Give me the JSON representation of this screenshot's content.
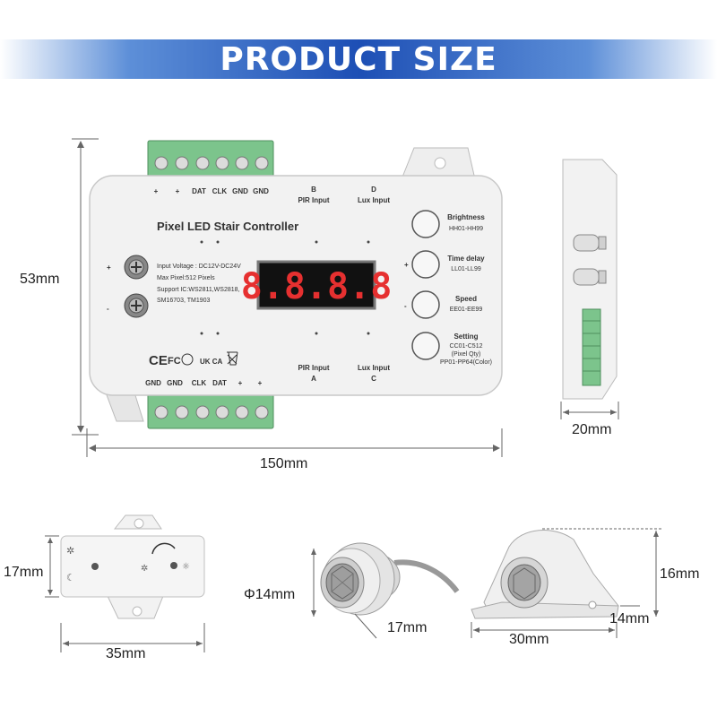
{
  "banner": {
    "title": "PRODUCT SIZE"
  },
  "dimensions": {
    "controller_height": "53mm",
    "controller_width": "150mm",
    "controller_depth": "20mm",
    "sensor_height": "17mm",
    "sensor_width": "35mm",
    "round_sensor_diameter": "Φ14mm",
    "round_sensor_length": "17mm",
    "housing_height": "16mm",
    "housing_width": "30mm",
    "housing_depth": "14mm"
  },
  "controller": {
    "title": "Pixel LED Stair Controller",
    "top_terminals": [
      "+",
      "+",
      "DAT",
      "CLK",
      "GND",
      "GND"
    ],
    "bottom_terminals": [
      "GND",
      "GND",
      "CLK",
      "DAT",
      "+",
      "+"
    ],
    "pir_b_letter": "B",
    "pir_b_label": "PIR Input",
    "lux_d_letter": "D",
    "lux_d_label": "Lux Input",
    "pir_a_label": "PIR Input",
    "pir_a_letter": "A",
    "lux_c_label": "Lux Input",
    "lux_c_letter": "C",
    "specs": [
      "Input Voltage : DC12V-DC24V",
      "Max Pixel:512 Pixels",
      "Support IC:WS2811,WS2818,",
      "SM16703, TM1903"
    ],
    "display": "8.8.8.8",
    "plus_sign": "+",
    "minus_sign": "-",
    "buttons": [
      {
        "label": "Brightness",
        "range": "HH01-HH99"
      },
      {
        "label": "Time delay",
        "range": "LL01-LL99"
      },
      {
        "label": "Speed",
        "range": "EE01-EE99"
      },
      {
        "label": "Setting",
        "range": "CC01-C512",
        "extra1": "(Pixel Qty)",
        "extra2": "PP01-PP64(Color)"
      }
    ],
    "certs": [
      "CE",
      "FC",
      "UK CA"
    ]
  },
  "colors": {
    "banner": "#1d4fb5",
    "terminal_green": "#7cc48c",
    "display_red": "#e63030",
    "device_white": "#f2f2f2"
  }
}
